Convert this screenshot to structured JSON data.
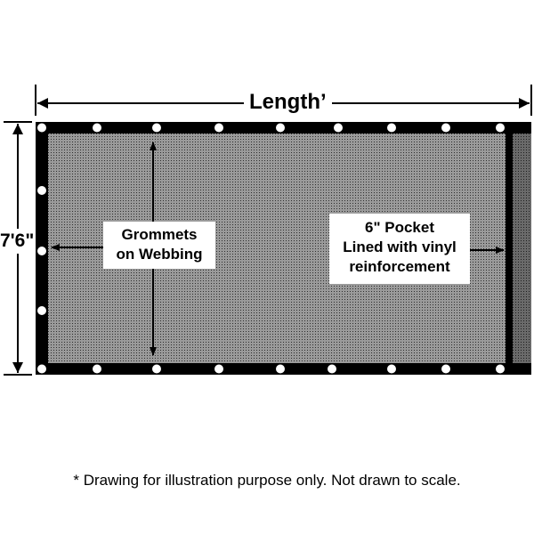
{
  "dimensions": {
    "length_label": "Length’",
    "height_label": "7'6\""
  },
  "callouts": {
    "grommets": [
      "Grommets",
      "on Webbing"
    ],
    "pocket": [
      "6\" Pocket",
      "Lined with vinyl",
      "reinforcement"
    ]
  },
  "footnote": "* Drawing for illustration purpose only. Not drawn to scale.",
  "colors": {
    "border": "#000000",
    "mesh": "#8a8a8a",
    "pocket": "#5a5a5a",
    "grommet": "#ffffff"
  }
}
